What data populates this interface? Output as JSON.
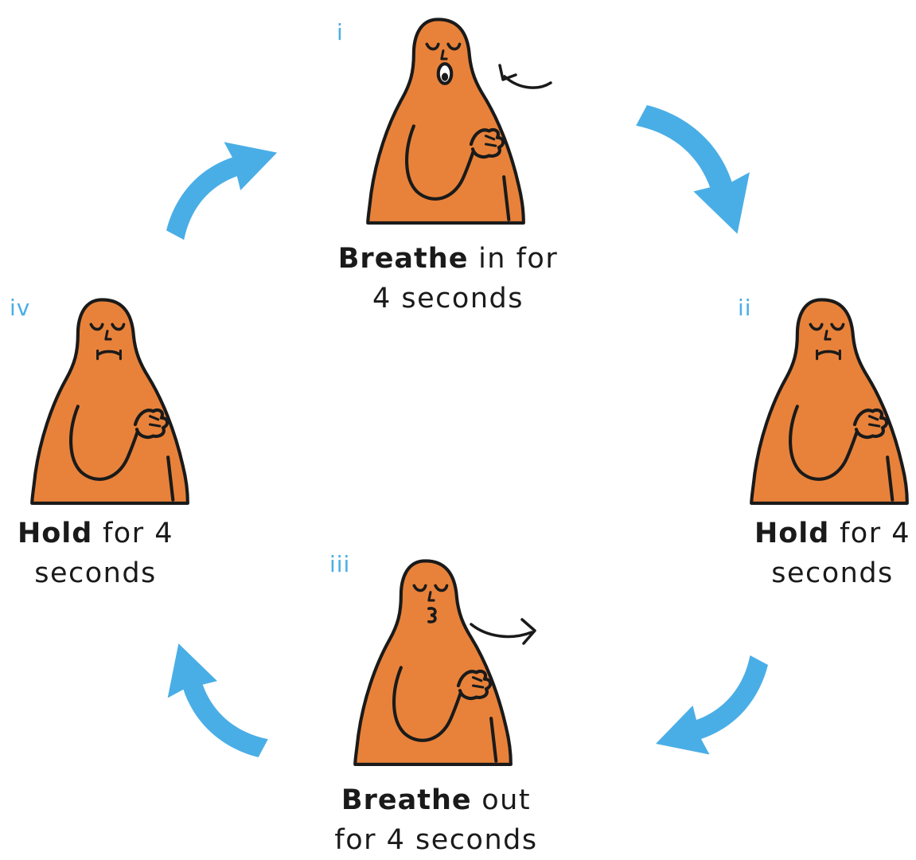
{
  "colors": {
    "accent": "#4aaee6",
    "figure": "#e8823a",
    "ink": "#1a1a1a"
  },
  "steps": [
    {
      "numeral": "i",
      "caption_bold": "Breathe",
      "caption_rest": " in for",
      "caption_line2": "4 seconds",
      "figure": "inhaling-figure"
    },
    {
      "numeral": "ii",
      "caption_bold": "Hold",
      "caption_rest": " for 4",
      "caption_line2": "seconds",
      "figure": "holding-figure"
    },
    {
      "numeral": "iii",
      "caption_bold": "Breathe",
      "caption_rest": " out",
      "caption_line2": "for 4 seconds",
      "figure": "exhaling-figure"
    },
    {
      "numeral": "iv",
      "caption_bold": "Hold",
      "caption_rest": " for 4",
      "caption_line2": "seconds",
      "figure": "holding-figure"
    }
  ],
  "cycle_arrows": [
    "arrow-i-to-ii",
    "arrow-ii-to-iii",
    "arrow-iii-to-iv",
    "arrow-iv-to-i"
  ]
}
